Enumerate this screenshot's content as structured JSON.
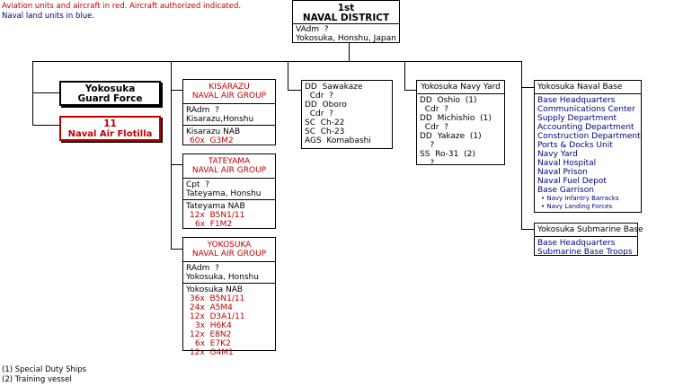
{
  "notes": {
    "red_note": "Aviation units and aircraft in red. Aircraft authorized indicated.",
    "blue_note": "Naval land units in blue.",
    "footnote_1": "(1) Special Duty Ships",
    "footnote_2": "(2)  Training vessel"
  },
  "district": {
    "number": "1st",
    "title": "NAVAL DISTRICT",
    "commander": "VAdm  ?",
    "location": "Yokosuka, Honshu, Japan"
  },
  "guard_force": {
    "line1": "Yokosuka",
    "line2": "Guard Force"
  },
  "flotilla": {
    "line1": "11",
    "line2": "Naval Air Flotilla"
  },
  "kisarazu": {
    "title1": "KISARAZU",
    "title2": "NAVAL AIR GROUP",
    "commander": "RAdm  ?",
    "location": "Kisarazu,Honshu",
    "base": "Kisarazu NAB",
    "aircraft": [
      "60x  G3M2"
    ]
  },
  "tateyama": {
    "title1": "TATEYAMA",
    "title2": "NAVAL AIR GROUP",
    "commander": "Cpt  ?",
    "location": "Tateyama, Honshu",
    "base": "Tateyama NAB",
    "aircraft": [
      "12x  B5N1/11",
      "6x  F1M2"
    ]
  },
  "yokosuka_air": {
    "title1": "YOKOSUKA",
    "title2": "NAVAL AIR GROUP",
    "commander": "RAdm  ?",
    "location": "Yokosuka, Honshu",
    "base": "Yokosuka NAB",
    "aircraft": [
      "36x  B5N1/11",
      "24x  A5M4",
      "12x  D3A1/11",
      "3x  H6K4",
      "12x  E8N2",
      "6x  E7K2",
      "12x  G4M1"
    ]
  },
  "destroyers": {
    "lines": [
      "DD  Sawakaze",
      "  Cdr  ?",
      "DD  Oboro",
      "  Cdr  ?",
      "SC  Ch-22",
      "SC  Ch-23",
      "AGS  Komabashi"
    ]
  },
  "navy_yard": {
    "title": "Yokosuka Navy Yard",
    "lines": [
      "DD  Oshio  (1)",
      "  Cdr  ?",
      "DD  Michishio  (1)",
      "  Cdr  ?",
      "DD  Yakaze  (1)",
      "    ?",
      "SS  Ro-31  (2)",
      "    ?"
    ]
  },
  "naval_base": {
    "title": "Yokosuka Naval Base",
    "items": [
      "Base Headquarters",
      "Communications Center",
      "Supply Department",
      "Accounting Department",
      "Construction Department",
      "Ports & Docks Unit",
      "Navy Yard",
      "Naval Hospital",
      "Naval Prison",
      "Naval Fuel Depot",
      "Base Garrison"
    ],
    "subitems": [
      "• Navy Infantry Barracks",
      "• Navy Landing Forces"
    ]
  },
  "submarine_base": {
    "title": "Yokosuka Submarine Base",
    "items": [
      "Base Headquarters",
      "Submarine Base Troops"
    ]
  }
}
